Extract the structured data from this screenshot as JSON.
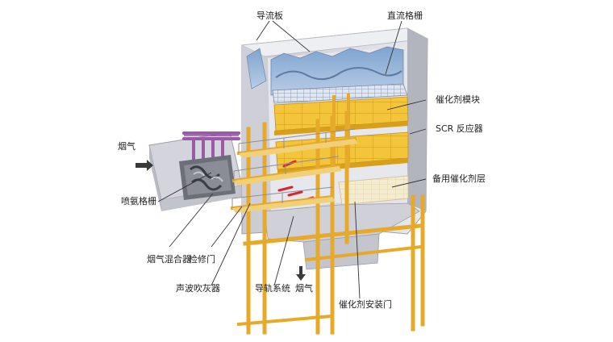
{
  "labels": {
    "guide_plate": "导流板",
    "straight_grid": "直流格栅",
    "catalyst_module": "催化剂模块",
    "scr_reactor": "SCR 反应器",
    "flue_gas_in": "烟气",
    "ammonia_grid": "喷氨格栅",
    "spare_layer": "备用催化剂层",
    "flue_gas_mixer": "烟气混合器",
    "access_door": "检修门",
    "sootblower": "声波吹灰器",
    "rail_system": "导轨系统",
    "flue_gas_out": "烟气",
    "install_door": "催化剂安装门"
  },
  "colors": {
    "steel": "#e6a92a",
    "catalyst": "#f2c53a",
    "casing": "#dcdde3",
    "duct": "#c9cbd3",
    "pipes": "#9a5aa6",
    "injector": "#d9262a",
    "leader": "#333333"
  }
}
